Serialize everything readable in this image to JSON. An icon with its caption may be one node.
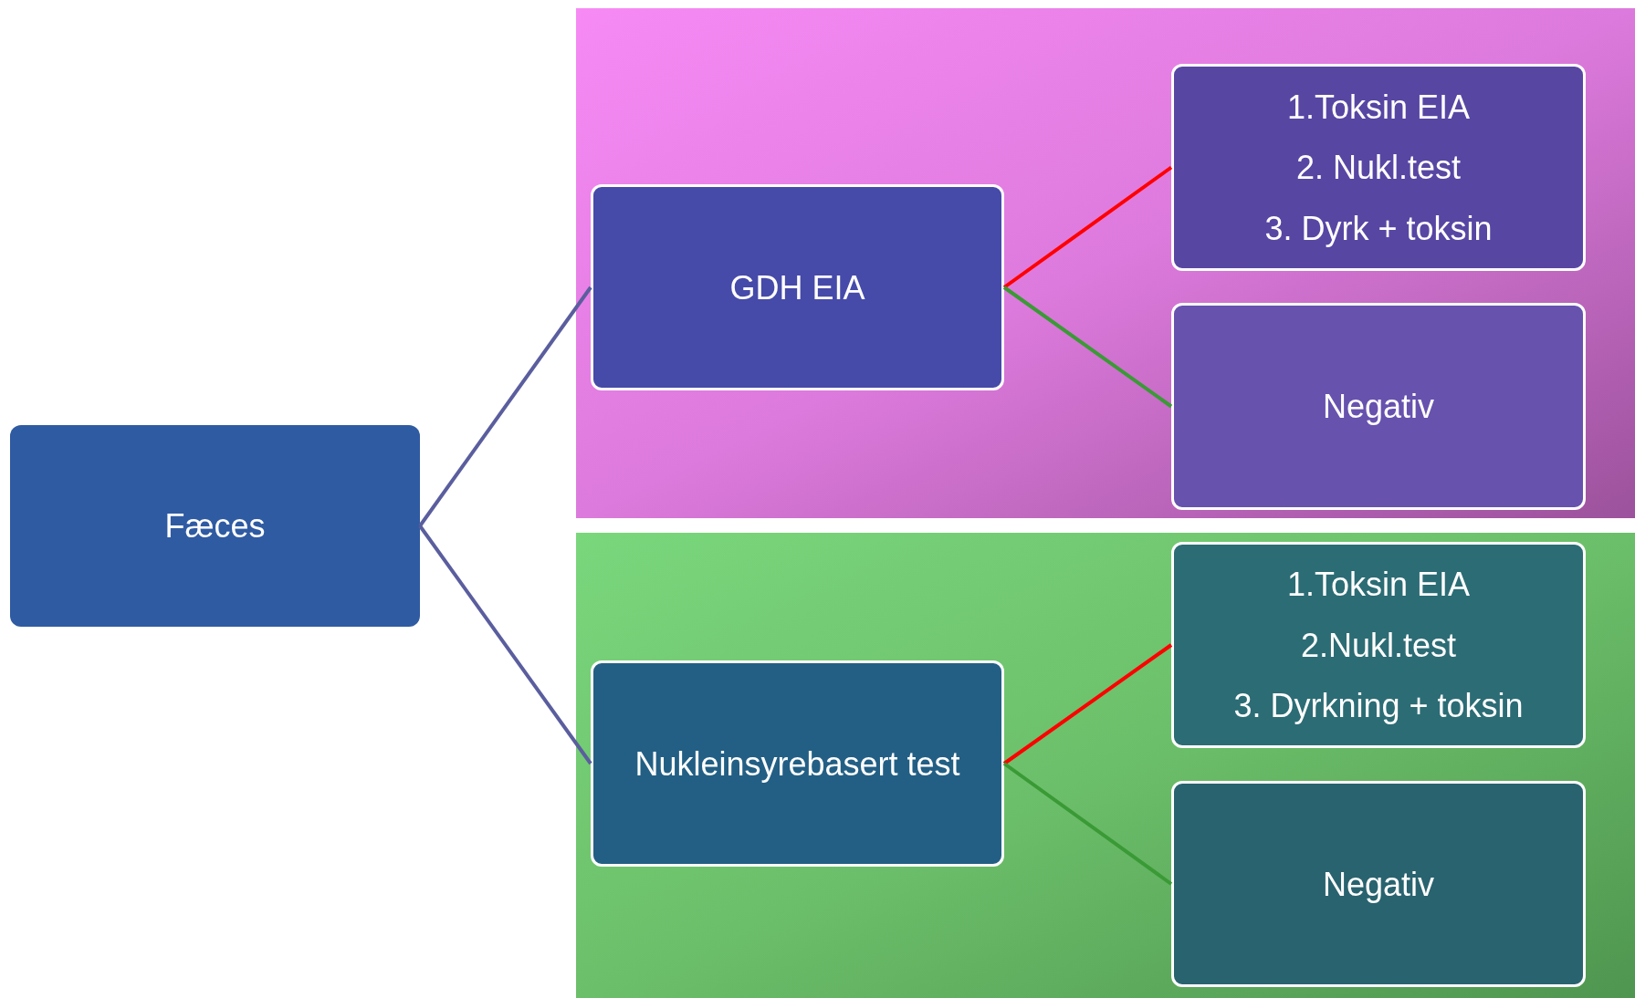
{
  "diagram": {
    "nodes": [
      {
        "text": [
          "Fæces"
        ]
      },
      {
        "text": [],
        "shape": "box"
      },
      {
        "text": [
          "GDH EIA"
        ],
        "in": 1
      },
      {
        "text": [
          "1.Toksin EIA",
          "2. Nukl.test",
          "3. Dyrk + toksin"
        ],
        "in": 1
      },
      {
        "text": [
          "Negativ"
        ],
        "in": 1
      },
      {
        "text": [],
        "shape": "box"
      },
      {
        "text": [
          "Nukleinsyrebasert test"
        ],
        "in": 5
      },
      {
        "text": [
          "1.Toksin EIA",
          "2.Nukl.test",
          "3. Dyrkning + toksin"
        ],
        "in": 5
      },
      {
        "text": [
          "Negativ"
        ],
        "in": 5
      }
    ],
    "edges": [
      {
        "from": 0,
        "to": 2,
        "arrow": "none"
      },
      {
        "from": 0,
        "to": 6,
        "arrow": "none"
      },
      {
        "from": 2,
        "to": 3,
        "arrow": "none",
        "color": "#ff0000"
      },
      {
        "from": 2,
        "to": 4,
        "arrow": "none",
        "color": "#3a9a35"
      },
      {
        "from": 6,
        "to": 7,
        "arrow": "none",
        "color": "#ff0000"
      },
      {
        "from": 6,
        "to": 8,
        "arrow": "none",
        "color": "#3a9a35"
      }
    ]
  }
}
